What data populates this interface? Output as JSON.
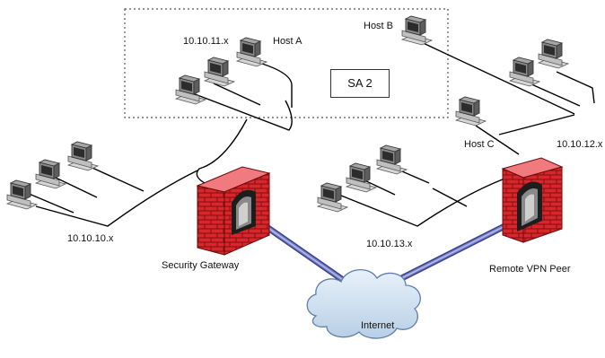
{
  "sa_label": "SA 2",
  "subnets": {
    "net_10": "10.10.10.x",
    "net_11": "10.10.11.x",
    "net_12": "10.10.12.x",
    "net_13": "10.10.13.x"
  },
  "hosts": {
    "host_a": "Host A",
    "host_b": "Host B",
    "host_c": "Host C"
  },
  "devices": {
    "security_gateway": "Security Gateway",
    "remote_vpn_peer": "Remote VPN Peer",
    "internet": "Internet"
  },
  "colors": {
    "wall_red": "#d9262b",
    "tunnel_blue": "#7b86c8",
    "cloud_blue": "#c9dcef",
    "network_line": "#000000"
  }
}
